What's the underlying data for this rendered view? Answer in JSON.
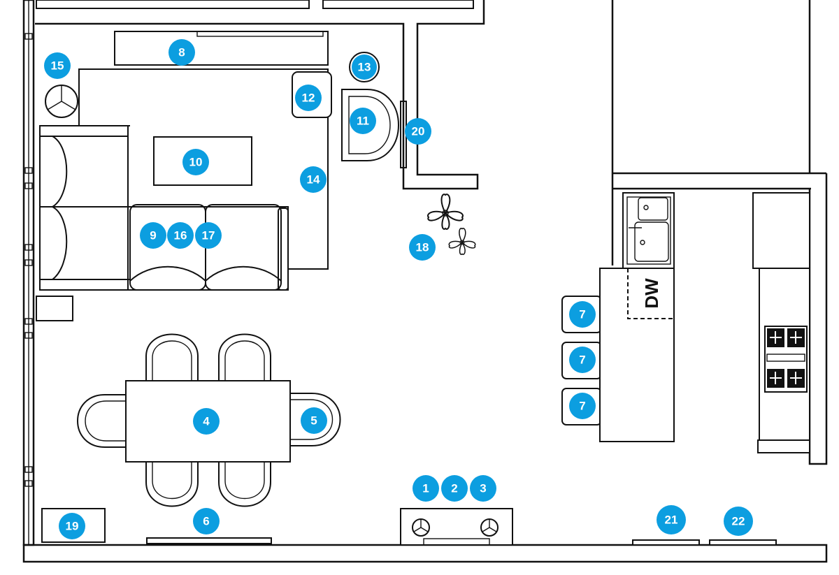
{
  "colors": {
    "badge": "#0c9ee0",
    "badge_text": "#ffffff",
    "line": "#111111"
  },
  "appliance_label": "DW",
  "markers": {
    "m1": "1",
    "m2": "2",
    "m3": "3",
    "m4": "4",
    "m5": "5",
    "m6": "6",
    "m7a": "7",
    "m7b": "7",
    "m7c": "7",
    "m8": "8",
    "m9": "9",
    "m10": "10",
    "m11": "11",
    "m12": "12",
    "m13": "13",
    "m14": "14",
    "m15": "15",
    "m16": "16",
    "m17": "17",
    "m18": "18",
    "m19": "19",
    "m20": "20",
    "m21": "21",
    "m22": "22"
  }
}
